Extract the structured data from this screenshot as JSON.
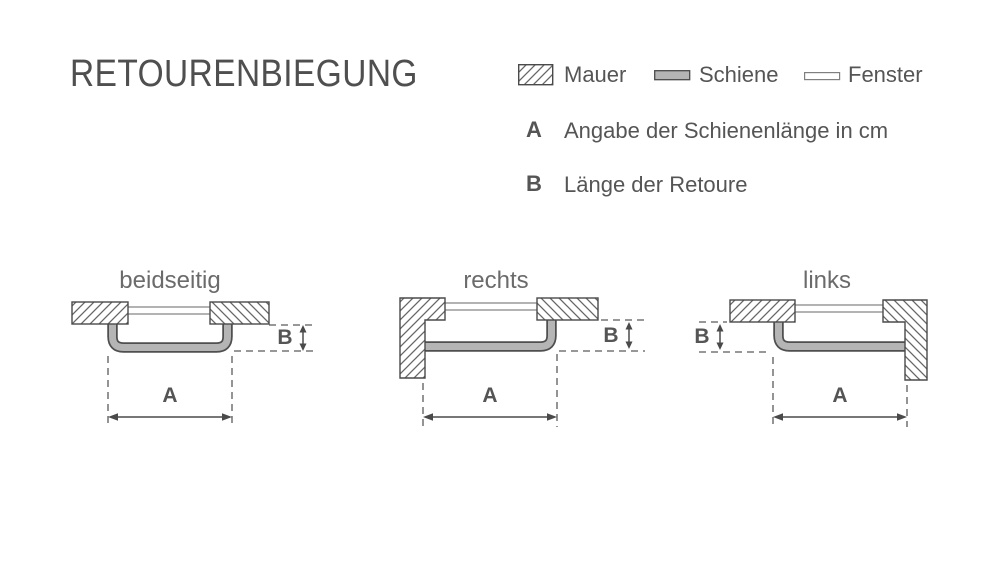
{
  "title": "RETOURENBIEGUNG",
  "legend": {
    "items": [
      {
        "id": "mauer",
        "label": "Mauer"
      },
      {
        "id": "schiene",
        "label": "Schiene"
      },
      {
        "id": "fenster",
        "label": "Fenster"
      }
    ]
  },
  "definitions": [
    {
      "symbol": "A",
      "text": "Angabe der Schienenlänge in cm"
    },
    {
      "symbol": "B",
      "text": "Länge der Retoure"
    }
  ],
  "diagrams": [
    {
      "label": "beidseitig",
      "dim_width": "A",
      "dim_return": "B"
    },
    {
      "label": "rechts",
      "dim_width": "A",
      "dim_return": "B"
    },
    {
      "label": "links",
      "dim_width": "A",
      "dim_return": "B"
    }
  ],
  "colors": {
    "paper": "#ffffff",
    "ink": "#555555",
    "ink-strong": "#4f4f4f",
    "label": "#6b6b6b",
    "line": "#4a4a4a",
    "hatch": "#666666",
    "rail-fill": "#b5b5b5",
    "rail-edge": "#4f4f4f",
    "window-fill": "#ffffff",
    "window-edge": "#808080",
    "dash": "#5a5a5a"
  }
}
